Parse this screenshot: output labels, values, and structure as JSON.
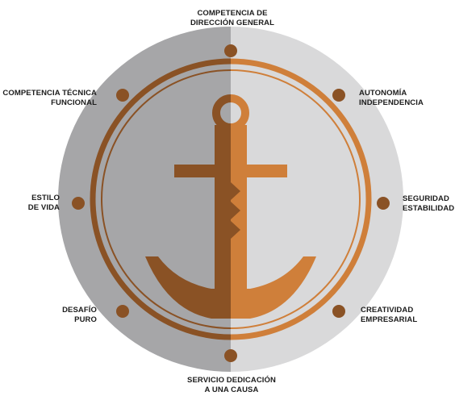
{
  "colors": {
    "left_disc": "#a6a6a8",
    "right_disc": "#d9d9da",
    "anchor_dark": "#8a5225",
    "anchor_light": "#cf7f3a",
    "dot": "#8a5225",
    "label_text": "#1c1c1c"
  },
  "anchors": [
    {
      "key": "top",
      "lines": [
        "COMPETENCIA DE",
        "DIRECCIÓN GENERAL"
      ]
    },
    {
      "key": "top_right",
      "lines": [
        "AUTONOMÍA",
        "INDEPENDENCIA"
      ]
    },
    {
      "key": "right",
      "lines": [
        "SEGURIDAD",
        "ESTABILIDAD"
      ]
    },
    {
      "key": "bottom_right",
      "lines": [
        "CREATIVIDAD",
        "EMPRESARIAL"
      ]
    },
    {
      "key": "bottom",
      "lines": [
        "SERVICIO DEDICACIÓN",
        "A UNA CAUSA"
      ]
    },
    {
      "key": "bottom_left",
      "lines": [
        "DESAFÍO",
        "PURO"
      ]
    },
    {
      "key": "left",
      "lines": [
        "ESTILO",
        "DE VIDA"
      ]
    },
    {
      "key": "top_left",
      "lines": [
        "COMPETENCIA TÉCNICA",
        "FUNCIONAL"
      ]
    }
  ],
  "icon": "anchor-icon"
}
